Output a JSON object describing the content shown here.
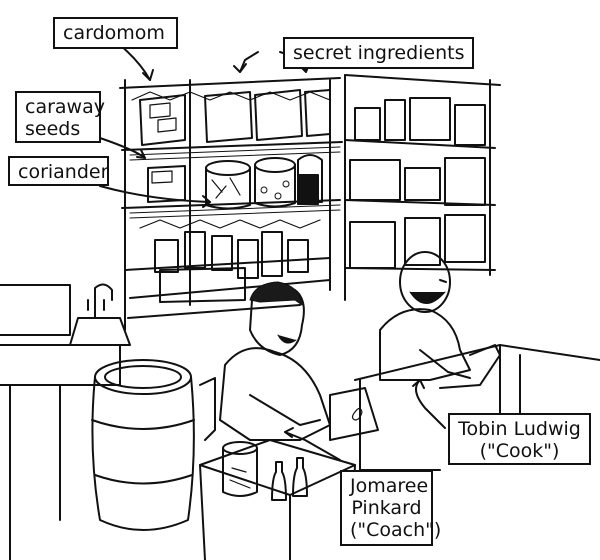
{
  "labels": {
    "cardomom": "cardomom",
    "secret": "secret ingredients",
    "caraway_1": "caraway",
    "caraway_2": "seeds",
    "coriander": "coriander",
    "tobin_1": "Tobin Ludwig",
    "tobin_2": "(\"Cook\")",
    "jomaree_1": "Jomaree",
    "jomaree_2": "Pinkard",
    "jomaree_3": "(\"Coach\")"
  },
  "palette": {
    "ink": "#111111",
    "paper": "#ffffff",
    "hair": "#1a1a1a",
    "shade": "#cfcfcf"
  }
}
